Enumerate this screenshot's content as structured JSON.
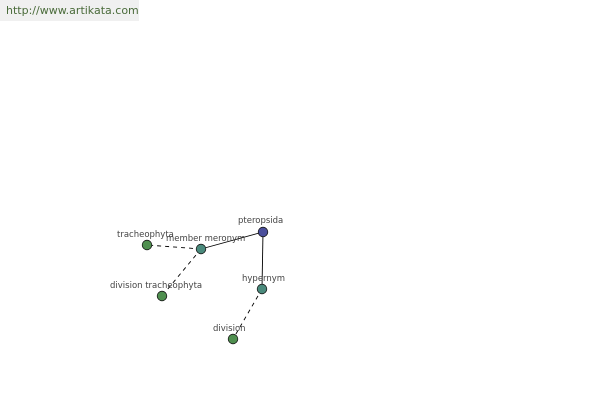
{
  "banner": {
    "url": "http://www.artikata.com"
  },
  "graph": {
    "nodes": [
      {
        "id": "pteropsida",
        "label": "pteropsida",
        "color": "#4b4f9c"
      },
      {
        "id": "member-meronym",
        "label": "member meronym",
        "color": "#4a8a7c"
      },
      {
        "id": "hypernym",
        "label": "hypernym",
        "color": "#4a8a7c"
      },
      {
        "id": "tracheophyta",
        "label": "tracheophyta",
        "color": "#4f8f4f"
      },
      {
        "id": "division-tracheophyta",
        "label": "division tracheophyta",
        "color": "#4f8f4f"
      },
      {
        "id": "division",
        "label": "division",
        "color": "#4f8f4f"
      }
    ],
    "edges": [
      {
        "from": "pteropsida",
        "to": "member-meronym",
        "style": "solid"
      },
      {
        "from": "pteropsida",
        "to": "hypernym",
        "style": "solid"
      },
      {
        "from": "member-meronym",
        "to": "tracheophyta",
        "style": "dashed"
      },
      {
        "from": "member-meronym",
        "to": "division-tracheophyta",
        "style": "dashed"
      },
      {
        "from": "hypernym",
        "to": "division",
        "style": "dashed"
      }
    ]
  }
}
